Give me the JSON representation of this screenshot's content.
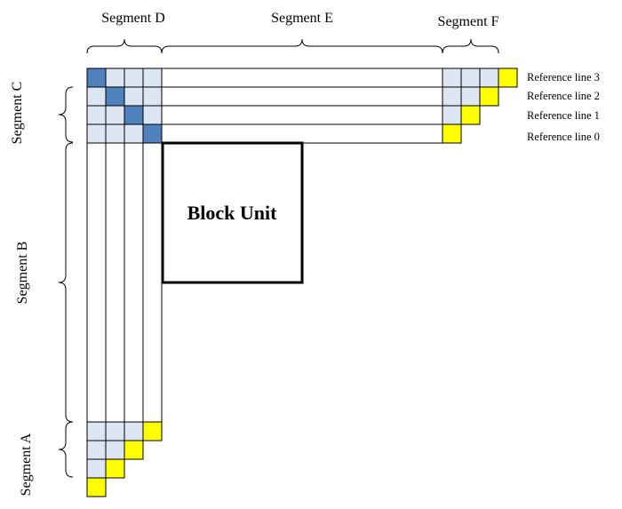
{
  "segments": {
    "A": "Segment A",
    "B": "Segment B",
    "C": "Segment C",
    "D": "Segment D",
    "E": "Segment E",
    "F": "Segment F"
  },
  "block_label": "Block Unit",
  "reference_lines": [
    "Reference line 3",
    "Reference line 2",
    "Reference line 1",
    "Reference line 0"
  ],
  "colors": {
    "light_cell": "#dce6f2",
    "dark_cell": "#4f81bd",
    "highlight_cell": "#ffff00",
    "line": "#000000",
    "background": "#ffffff"
  }
}
